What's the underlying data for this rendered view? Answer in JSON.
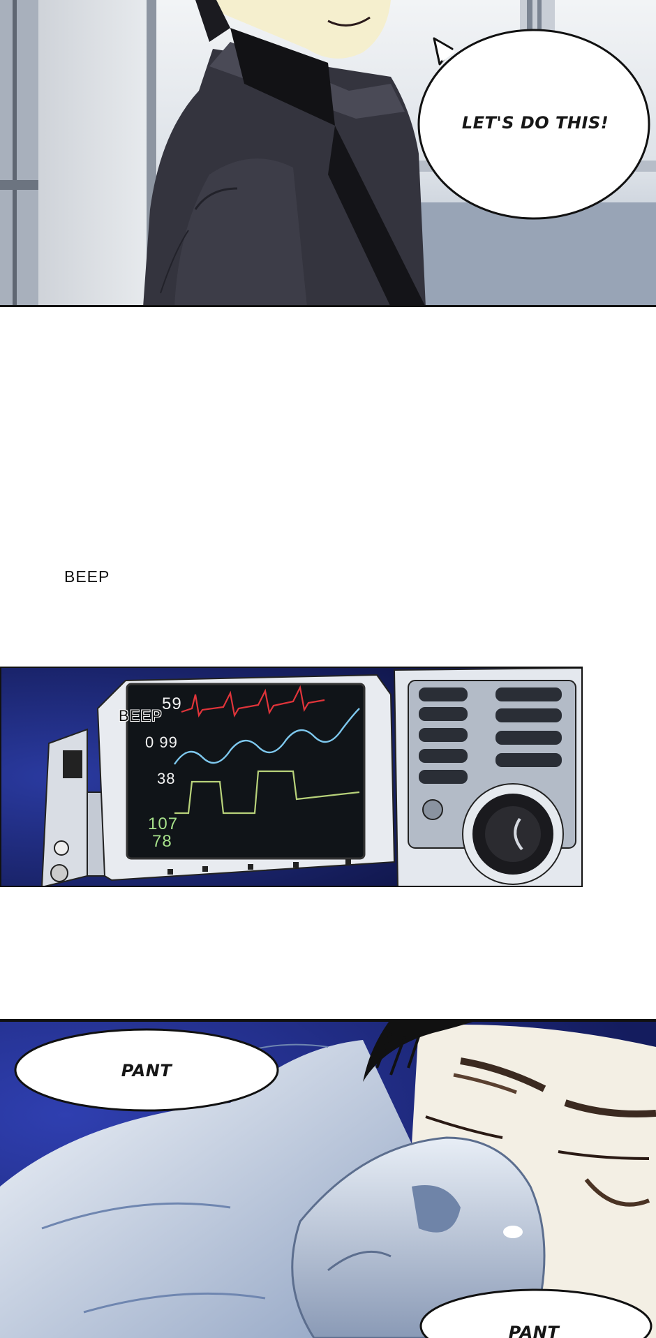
{
  "panels": {
    "top": {
      "speech": "LET'S DO THIS!"
    },
    "middle": {
      "sfx_outside": "BEEP"
    },
    "monitor": {
      "sfx": "BEEP",
      "readouts": [
        "59",
        "0 99",
        "38",
        "107",
        "78"
      ]
    },
    "bottom": {
      "speech_1": "PANT",
      "speech_2": "PANT"
    }
  },
  "colors": {
    "ecg_line": "#e0343a",
    "pleth_line": "#7ec8ee",
    "resp_line": "#b8d27a",
    "readout_green": "#a6e08a",
    "panel_border": "#111111",
    "monitor_bg": "#101418",
    "night_blue": "#16206e"
  },
  "icons": {
    "dial": "monitor-dial-icon"
  }
}
